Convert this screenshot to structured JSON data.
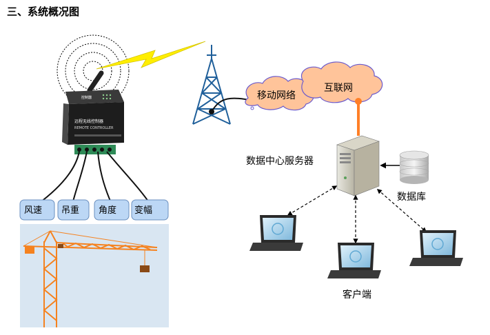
{
  "title": "三、系统概况图",
  "device": {
    "brand": "控制器",
    "name_cn": "远程无线控制器",
    "name_en": "REMOTE CONTROLLER"
  },
  "sensors": [
    "风速",
    "吊重",
    "角度",
    "变幅"
  ],
  "network": {
    "mobile": "移动网络",
    "internet": "互联网"
  },
  "server": {
    "label": "数据中心服务器"
  },
  "database": {
    "label": "数据库"
  },
  "clients": {
    "label": "客户端"
  },
  "colors": {
    "cloud": "#ffc49a",
    "cloud_stroke": "#6a5acd",
    "sensor_box": "#bcd7f5",
    "tower": "#1f5f9a",
    "lightning": "#ffee00",
    "internet_link": "#ff7f27",
    "crane": "#f5821f",
    "crane_bg": "#d9e6f2"
  }
}
